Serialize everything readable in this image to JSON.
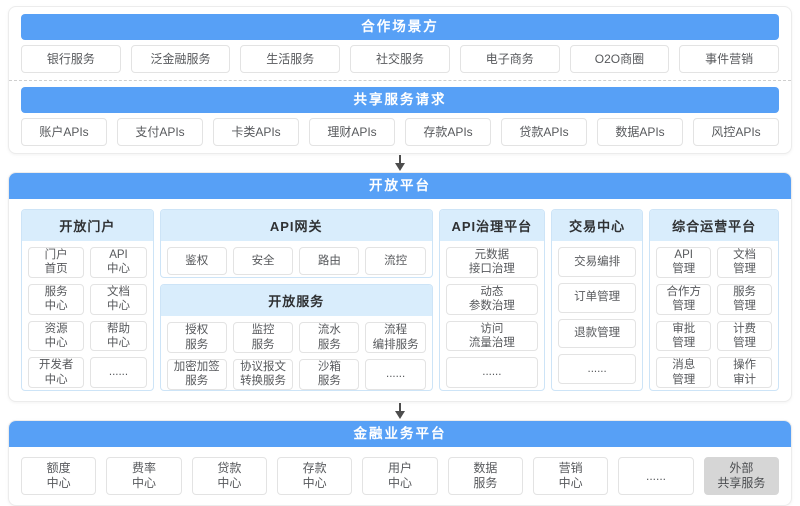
{
  "colors": {
    "banner_blue": "#57a0f6",
    "column_header_blue": "#d9edfc",
    "column_border_blue": "#cde4f7",
    "box_border": "#e3e3e3",
    "external_box_gray": "#d6d6d6"
  },
  "cooperation": {
    "banner": "合作场景方",
    "items": [
      "银行服务",
      "泛金融服务",
      "生活服务",
      "社交服务",
      "电子商务",
      "O2O商圈",
      "事件营销"
    ]
  },
  "shared_services": {
    "banner": "共享服务请求",
    "items": [
      "账户APIs",
      "支付APIs",
      "卡类APIs",
      "理财APIs",
      "存款APIs",
      "贷款APIs",
      "数据APIs",
      "风控APIs"
    ]
  },
  "open_platform": {
    "banner": "开放平台",
    "portal": {
      "title": "开放门户",
      "items": [
        "门户\n首页",
        "API\n中心",
        "服务\n中心",
        "文档\n中心",
        "资源\n中心",
        "帮助\n中心",
        "开发者\n中心",
        "......"
      ]
    },
    "gateway": {
      "title": "API网关",
      "items": [
        "鉴权",
        "安全",
        "路由",
        "流控"
      ]
    },
    "open_services": {
      "title": "开放服务",
      "items": [
        "授权\n服务",
        "监控\n服务",
        "流水\n服务",
        "流程\n编排服务",
        "加密加签\n服务",
        "协议报文\n转换服务",
        "沙箱\n服务",
        "......"
      ]
    },
    "governance": {
      "title": "API治理平台",
      "items": [
        "元数据\n接口治理",
        "动态\n参数治理",
        "访问\n流量治理",
        "......"
      ]
    },
    "trade": {
      "title": "交易中心",
      "items": [
        "交易编排",
        "订单管理",
        "退款管理",
        "......"
      ]
    },
    "operations": {
      "title": "综合运营平台",
      "items": [
        "API\n管理",
        "文档\n管理",
        "合作方\n管理",
        "服务\n管理",
        "审批\n管理",
        "计费\n管理",
        "消息\n管理",
        "操作\n审计"
      ]
    }
  },
  "financial_platform": {
    "banner": "金融业务平台",
    "items": [
      "额度\n中心",
      "费率\n中心",
      "贷款\n中心",
      "存款\n中心",
      "用户\n中心",
      "数据\n服务",
      "营销\n中心",
      "......"
    ],
    "external_item": "外部\n共享服务"
  }
}
